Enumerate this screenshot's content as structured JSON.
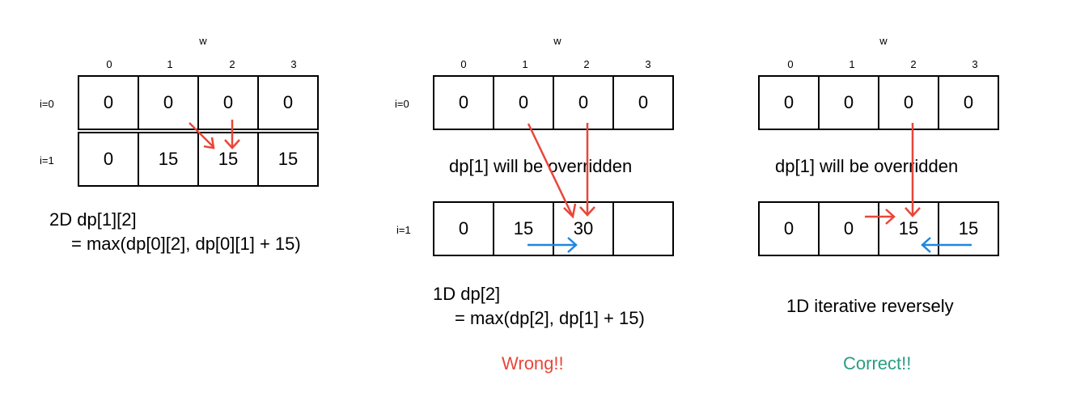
{
  "colors": {
    "wrong": "#e8463a",
    "correct": "#2a9d82",
    "red_arrow": "#e8463a",
    "blue_arrow": "#1f86e0"
  },
  "axis_label": "w",
  "columns": [
    "0",
    "1",
    "2",
    "3"
  ],
  "left": {
    "row_labels": [
      "i=0",
      "i=1"
    ],
    "rows": [
      [
        "0",
        "0",
        "0",
        "0"
      ],
      [
        "0",
        "15",
        "15",
        "15"
      ]
    ],
    "caption_line1": "2D dp[1][2]",
    "caption_line2": "= max(dp[0][2], dp[0][1] + 15)"
  },
  "middle": {
    "row_labels": [
      "i=0",
      "i=1"
    ],
    "row_top": [
      "0",
      "0",
      "0",
      "0"
    ],
    "note": "dp[1] will be overridden",
    "row_bottom": [
      "0",
      "15",
      "30",
      ""
    ],
    "caption_line1": "1D dp[2]",
    "caption_line2": "= max(dp[2], dp[1] + 15)",
    "status": "Wrong!!"
  },
  "right": {
    "row_top": [
      "0",
      "0",
      "0",
      "0"
    ],
    "note": "dp[1] will be overridden",
    "row_bottom": [
      "0",
      "0",
      "15",
      "15"
    ],
    "caption": "1D iterative reversely",
    "status": "Correct!!"
  }
}
